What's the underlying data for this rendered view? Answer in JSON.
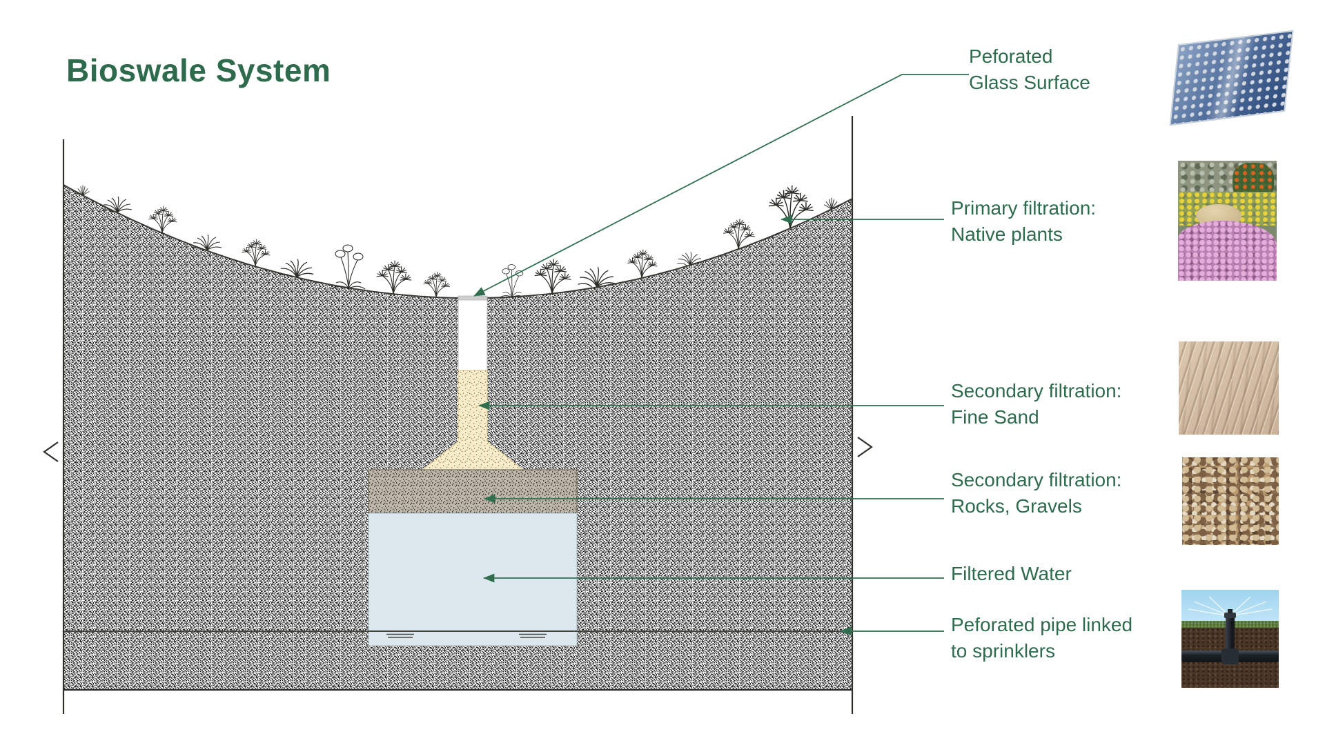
{
  "title": "Bioswale System",
  "labels": {
    "glass": {
      "line1": "Peforated",
      "line2": "Glass Surface"
    },
    "plants": {
      "line1": "Primary filtration:",
      "line2": "Native plants"
    },
    "sand": {
      "line1": "Secondary filtration:",
      "line2": "Fine Sand"
    },
    "gravel": {
      "line1": "Secondary filtration:",
      "line2": "Rocks, Gravels"
    },
    "water": {
      "line1": "Filtered Water"
    },
    "pipe": {
      "line1": "Peforated pipe linked",
      "line2": "to sprinklers"
    }
  },
  "thumbnails": {
    "glass": "perforated-glass-photo",
    "plants": "native-plants-photo",
    "sand": "fine-sand-photo",
    "gravel": "rocks-gravel-photo",
    "sprinkler": "sprinkler-pipe-photo"
  },
  "colors": {
    "accent_green": "#2E6B4D",
    "leader_green": "#2F6E4E",
    "sand_fill": "#F8EDCB",
    "gravel_fill": "#BFB8AA",
    "water_fill": "#DCE8EE"
  }
}
